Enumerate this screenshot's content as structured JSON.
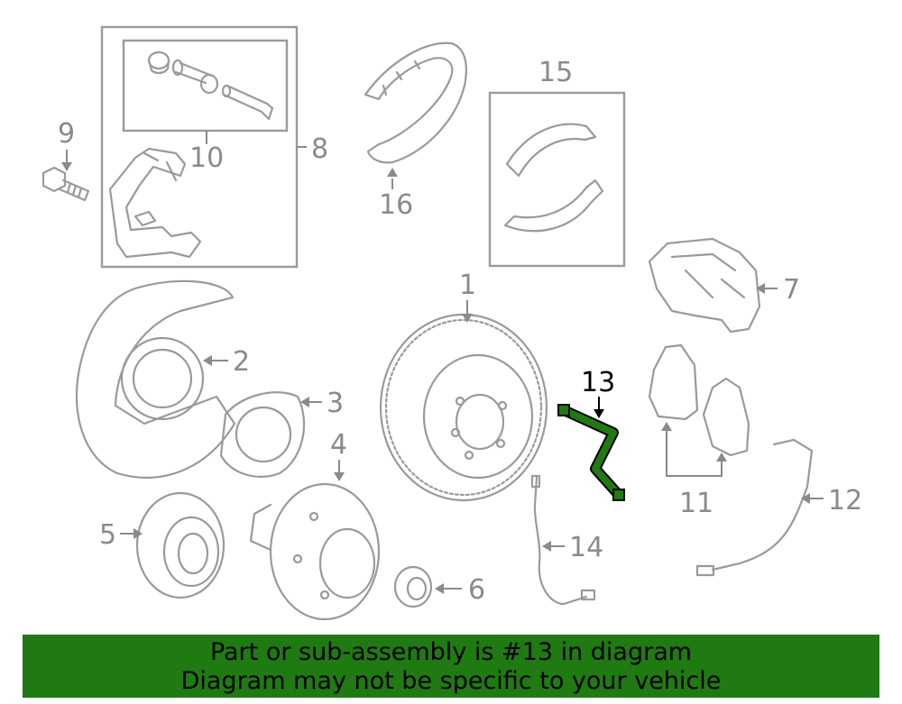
{
  "callouts": {
    "c1": "1",
    "c2": "2",
    "c3": "3",
    "c4": "4",
    "c5": "5",
    "c6": "6",
    "c7": "7",
    "c8": "8",
    "c9": "9",
    "c10": "10",
    "c11": "11",
    "c12": "12",
    "c13": "13",
    "c14": "14",
    "c15": "15",
    "c16": "16"
  },
  "highlight": {
    "part_number": "13",
    "color": "#1f7a12",
    "outline_color": "#000000"
  },
  "banner": {
    "line1": "Part or sub-assembly is #13 in diagram",
    "line2": "Diagram may not be specific to your vehicle",
    "background": "#1f7a12"
  },
  "colors": {
    "part_line": "#9a9a9a",
    "callout_text": "#8a8a8a"
  }
}
